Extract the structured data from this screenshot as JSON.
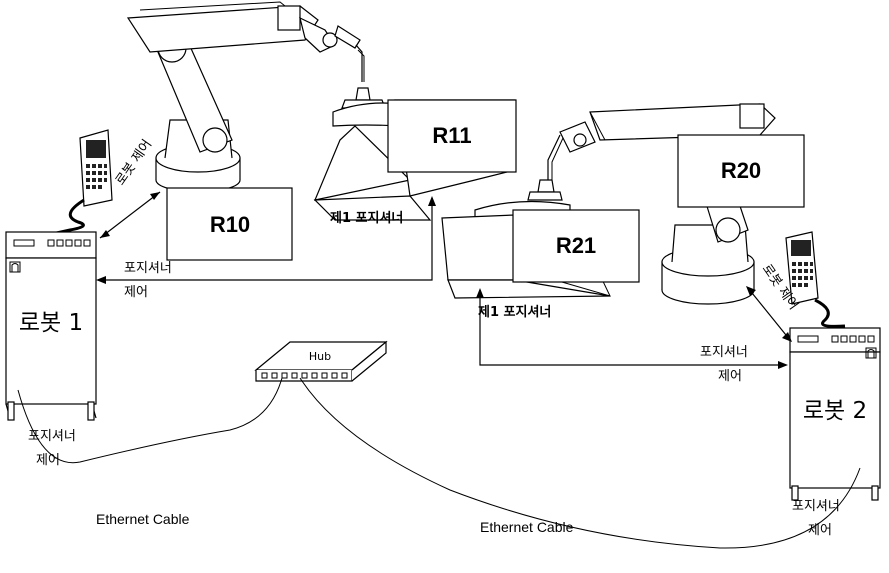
{
  "robots": {
    "r10": "R10",
    "r11": "R11",
    "r20": "R20",
    "r21": "R21"
  },
  "controllers": {
    "robot1": "로봇 1",
    "robot2": "로봇 2"
  },
  "labels": {
    "robot_control_1": "로봇 제어",
    "robot_control_2": "로봇 제어",
    "positioner_control_line1": "포지셔너",
    "positioner_control_line2": "제어",
    "positioner_1_a": "제1 포지셔너",
    "positioner_1_b": "제1 포지셔너",
    "hub": "Hub",
    "ethernet_cable_1": "Ethernet Cable",
    "ethernet_cable_2": "Ethernet Cable"
  }
}
